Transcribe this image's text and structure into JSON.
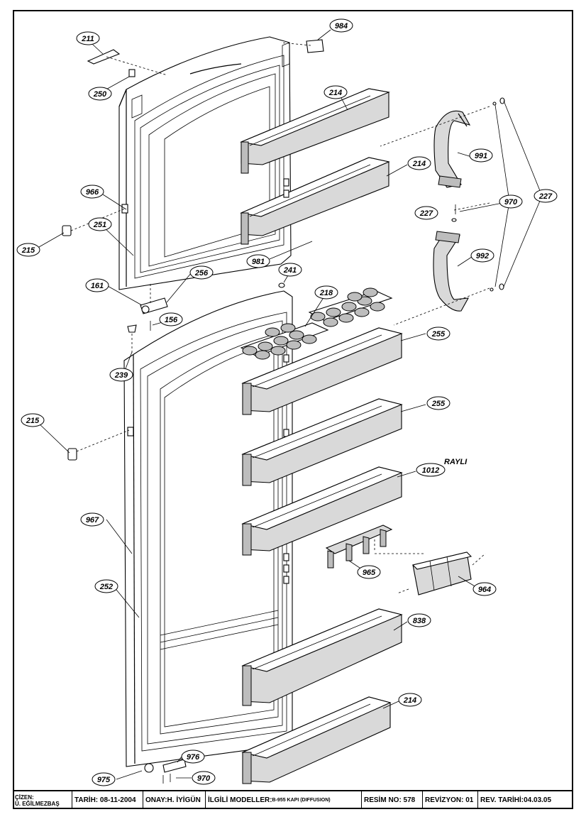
{
  "callouts": [
    "211",
    "984",
    "250",
    "214",
    "214",
    "991",
    "966",
    "227",
    "970",
    "227",
    "215",
    "251",
    "981",
    "992",
    "241",
    "218",
    "256",
    "161",
    "156",
    "239",
    "255",
    "215",
    "255",
    "1012",
    "967",
    "965",
    "964",
    "252",
    "838",
    "214",
    "976",
    "975",
    "970"
  ],
  "free_labels": [
    "RAYLI"
  ],
  "title_block": {
    "cizen_label": "ÇİZEN:",
    "cizen_value": "Ü. EĞİLMEZBAŞ",
    "tarih": "TARİH: 08-11-2004",
    "onay": "ONAY:H. İYİGÜN",
    "models_label": "İLGİLİ MODELLER: ",
    "models_value": "B-955 KAPI (DIFFUSION)",
    "resim": "RESİM NO: 578",
    "revizyon": "REVİZYON: 01",
    "rev_tarihi": "REV. TARİHİ:04.03.05"
  }
}
